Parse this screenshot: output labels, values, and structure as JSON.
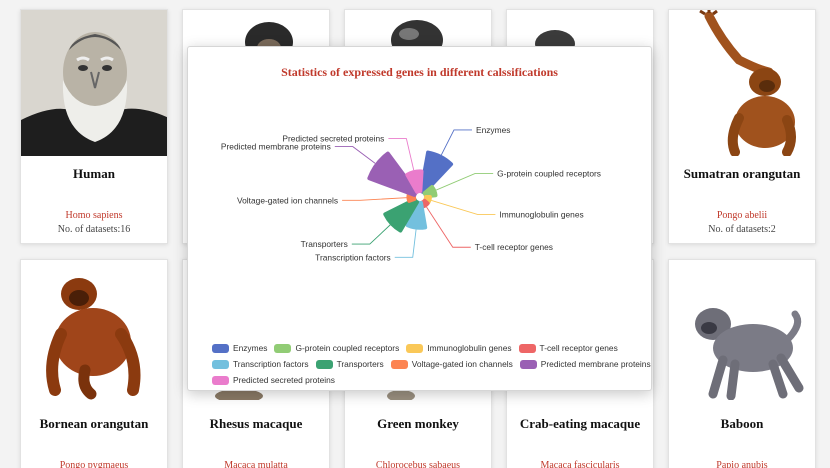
{
  "cards": [
    {
      "name": "Human",
      "scientific_name": "Homo sapiens",
      "datasets": "No. of datasets:16"
    },
    {
      "name": "",
      "scientific_name": "",
      "datasets": ""
    },
    {
      "name": "",
      "scientific_name": "",
      "datasets": ""
    },
    {
      "name": "",
      "scientific_name": "",
      "datasets": ""
    },
    {
      "name": "Sumatran orangutan",
      "scientific_name": "Pongo abelii",
      "datasets": "No. of datasets:2"
    },
    {
      "name": "Bornean orangutan",
      "scientific_name": "Pongo pygmaeus",
      "datasets": ""
    },
    {
      "name": "Rhesus macaque",
      "scientific_name": "Macaca mulatta",
      "datasets": ""
    },
    {
      "name": "Green monkey",
      "scientific_name": "Chlorocebus sabaeus",
      "datasets": ""
    },
    {
      "name": "Crab-eating macaque",
      "scientific_name": "Macaca fascicularis",
      "datasets": ""
    },
    {
      "name": "Baboon",
      "scientific_name": "Papio anubis",
      "datasets": ""
    }
  ],
  "modal": {
    "title": "Statistics of expressed genes in different calssifications"
  },
  "chart_data": {
    "type": "pie",
    "variant": "nightingale-rose",
    "title": "Statistics of expressed genes in different calssifications",
    "series": [
      {
        "name": "Enzymes",
        "value": 100,
        "color": "#5470c6"
      },
      {
        "name": "G-protein coupled receptors",
        "value": 6,
        "color": "#91cc75"
      },
      {
        "name": "Immunoglobulin genes",
        "value": 1,
        "color": "#fac858"
      },
      {
        "name": "T-cell receptor genes",
        "value": 1,
        "color": "#ee6666"
      },
      {
        "name": "Transcription factors",
        "value": 40,
        "color": "#73c0de"
      },
      {
        "name": "Transporters",
        "value": 70,
        "color": "#3ba272"
      },
      {
        "name": "Voltage-gated ion channels",
        "value": 2,
        "color": "#fc8452"
      },
      {
        "name": "Predicted membrane proteins",
        "value": 150,
        "color": "#9a60b4"
      },
      {
        "name": "Predicted secreted proteins",
        "value": 25,
        "color": "#ea7ccc"
      }
    ],
    "legend_position": "bottom"
  }
}
